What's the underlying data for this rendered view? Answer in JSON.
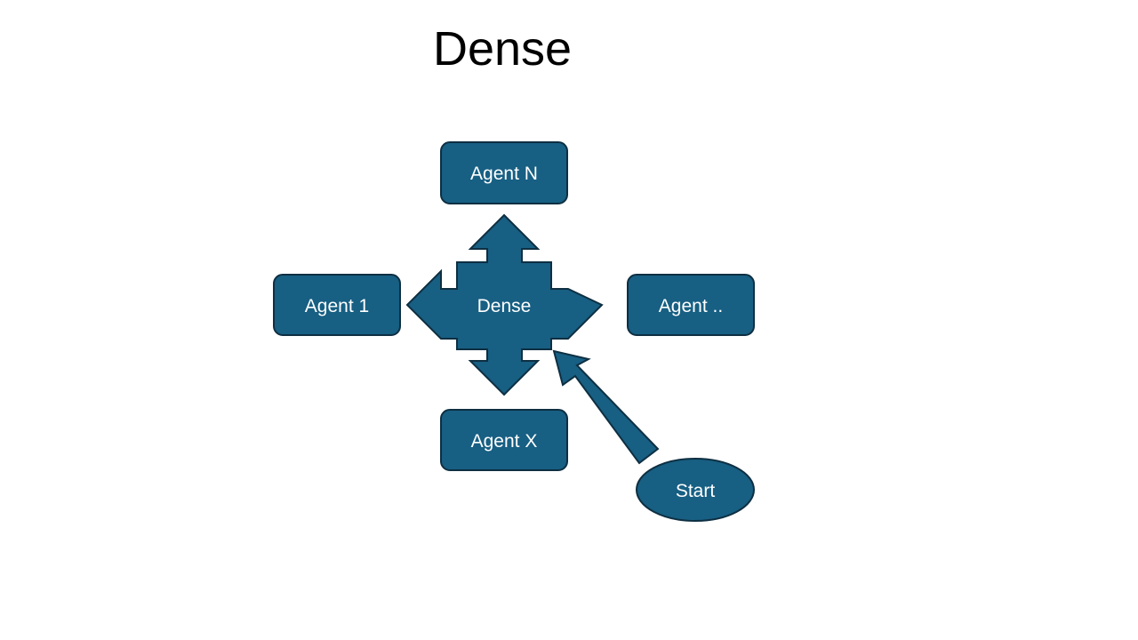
{
  "title": "Dense",
  "colors": {
    "node_fill": "#175F83",
    "node_stroke": "#0E2F42",
    "label": "#FFFFFF"
  },
  "nodes": {
    "agent_n": "Agent N",
    "agent_1": "Agent 1",
    "agent_dots": "Agent ..",
    "agent_x": "Agent X",
    "hub": "Dense",
    "start": "Start"
  }
}
